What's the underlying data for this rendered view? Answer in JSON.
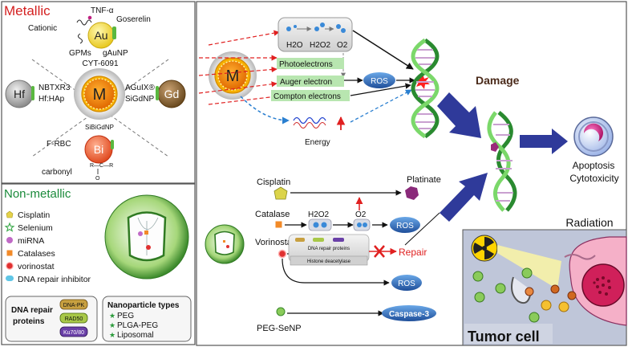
{
  "metallic": {
    "title": "Metallic",
    "au": {
      "symbol": "Au",
      "top": "TNF-α",
      "left": "Cationic",
      "right": "Goserelin",
      "bottom_left": "GPMs",
      "bottom_right": "gAuNP"
    },
    "center": {
      "symbol": "M",
      "top_label": "CYT-6091",
      "bottom_label": "SiBiGdNP"
    },
    "hf": {
      "symbol": "Hf",
      "label1": "NBTXR3",
      "label2": "Hf:HAp"
    },
    "gd": {
      "symbol": "Gd",
      "label1": "AGuIX®",
      "label2": "SiGdNP"
    },
    "bi": {
      "symbol": "Bi",
      "label1": "F-RBC",
      "label2": "carbonyl",
      "carbonyl_formula": "R—C—R",
      "carbonyl_o": "O"
    }
  },
  "nonmetallic": {
    "title": "Non-metallic",
    "legend": [
      {
        "label": "Cisplatin",
        "icon": "pentagon-icon",
        "color": "#e5d24a"
      },
      {
        "label": "Selenium",
        "icon": "star-icon",
        "color": "#3aa84a"
      },
      {
        "label": "miRNA",
        "icon": "circle-icon",
        "color": "#c06ac6"
      },
      {
        "label": "Catalases",
        "icon": "square-icon",
        "color": "#f28a28"
      },
      {
        "label": "vorinostat",
        "icon": "ring-icon",
        "color": "#e03030"
      },
      {
        "label": "DNA repair inhibitor",
        "icon": "capsule-icon",
        "color": "#60c6e6"
      }
    ],
    "dna_box": {
      "title": "DNA repair proteins",
      "tags": [
        "DNA-PK",
        "RAD50",
        "Ku70/80"
      ]
    },
    "np_box": {
      "title": "Nanoparticle types",
      "items": [
        "PEG",
        "PLGA-PEG",
        "Liposomal"
      ]
    }
  },
  "mechanism": {
    "particle": "M",
    "water": {
      "h2o": "H2O",
      "h2o2": "H2O2",
      "o2": "O2"
    },
    "electrons": [
      "Photoelectrons",
      "Auger electron",
      "Compton electrons"
    ],
    "ros": "ROS",
    "energy": "Energy",
    "damage": "Damage",
    "apoptosis": "Apoptosis",
    "cytotoxicity": "Cytotoxicity"
  },
  "pathways": {
    "cisplatin": "Cisplatin",
    "platinate": "Platinate",
    "catalase": "Catalase",
    "h2o2": "H2O2",
    "o2": "O2",
    "ros": "ROS",
    "vorinostat": "Vorinostat",
    "dna_repair_proteins": "DNA repair proteins",
    "histone": "Histone deacetylase",
    "repair": "Repair",
    "pegsenp": "PEG-SeNP",
    "caspase": "Caspase-3"
  },
  "cell": {
    "radiation": "Radiation",
    "tumor": "Tumor cell"
  }
}
